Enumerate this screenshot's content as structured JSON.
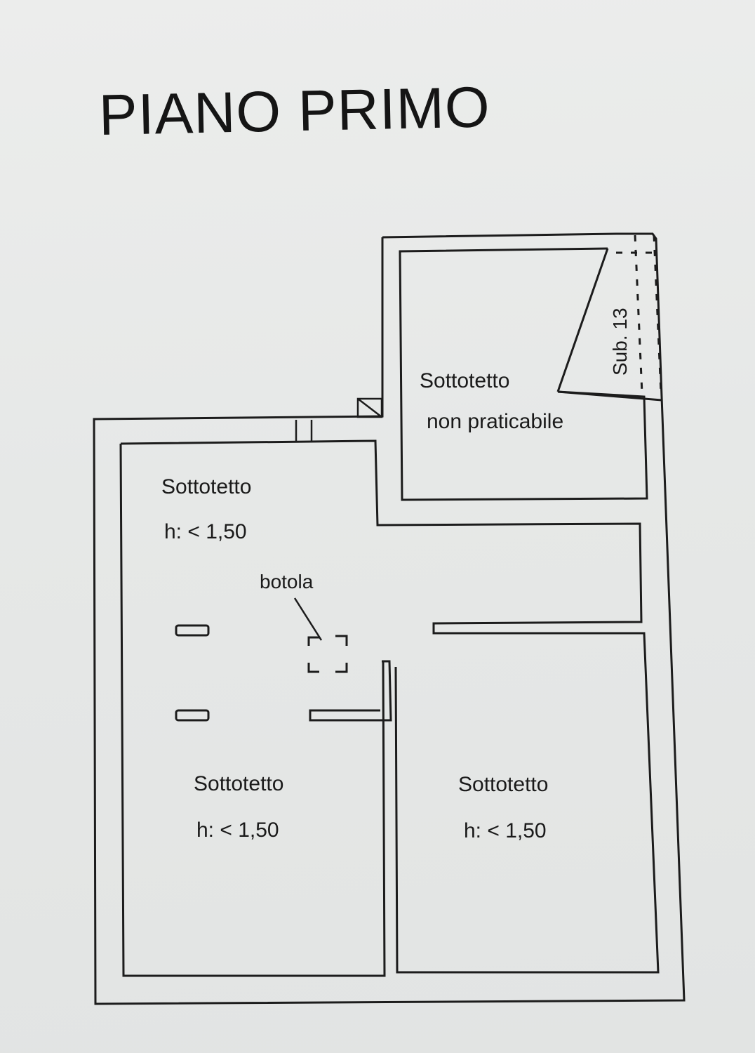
{
  "title": "PIANO PRIMO",
  "rooms": {
    "top_right": {
      "name": "Sottotetto",
      "note": "non praticabile"
    },
    "upper_left": {
      "name": "Sottotetto",
      "height": "h: < 1,50"
    },
    "lower_left": {
      "name": "Sottotetto",
      "height": "h: < 1,50"
    },
    "lower_right": {
      "name": "Sottotetto",
      "height": "h: < 1,50"
    }
  },
  "labels": {
    "hatch": "botola",
    "adjacent_unit": "Sub. 13"
  }
}
